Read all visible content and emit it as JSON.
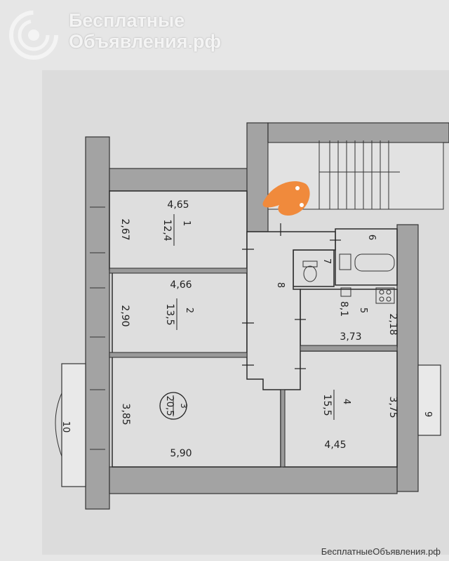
{
  "watermark": {
    "line1": "Бесплатные",
    "line2": "Объявления.рф",
    "footer": "БесплатныеОбъявления.рф"
  },
  "rooms": [
    {
      "num": "1",
      "area": "12,4",
      "width": "4,65",
      "height": "2,67"
    },
    {
      "num": "2",
      "area": "13,5",
      "width": "4,66",
      "height": "2,90"
    },
    {
      "num": "3",
      "area": "20,5",
      "width": "5,90",
      "height": "3,85"
    },
    {
      "num": "4",
      "area": "15,5",
      "width": "4,45",
      "height": "3,75"
    },
    {
      "num": "5",
      "area": "8,1",
      "width": "3,73",
      "height": "2,18"
    },
    {
      "num": "6"
    },
    {
      "num": "7"
    },
    {
      "num": "8"
    },
    {
      "num": "9"
    },
    {
      "num": "10"
    }
  ],
  "colors": {
    "paper": "#e6e6e6",
    "wall": "#9a9a9a",
    "line": "#2a2a2a",
    "mark": "#f08a3c"
  }
}
